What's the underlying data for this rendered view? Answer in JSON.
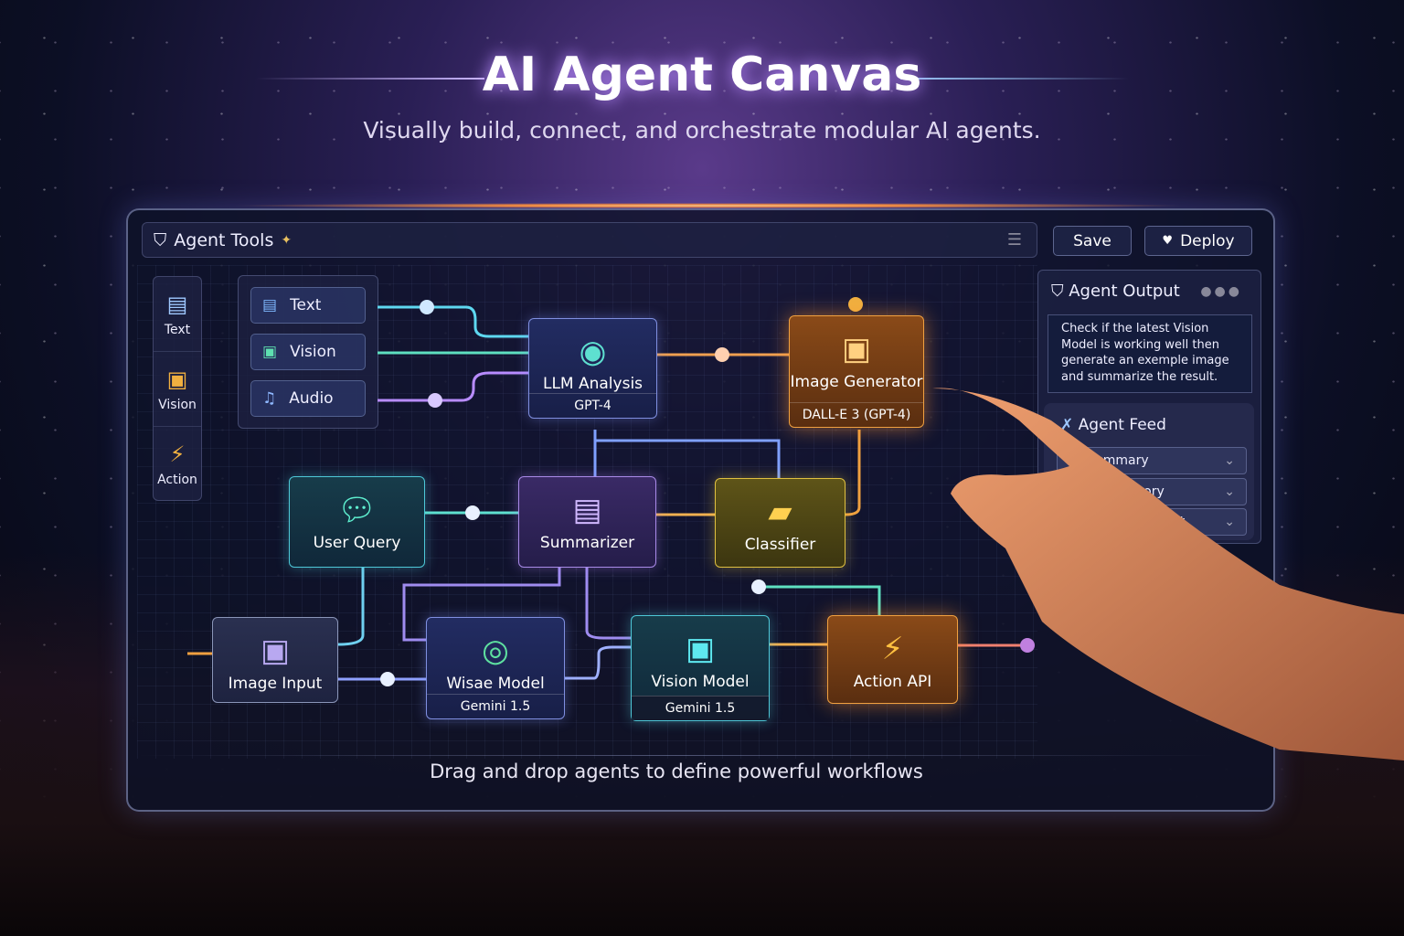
{
  "title": "AI Agent Canvas",
  "subtitle": "Visually build, connect, and orchestrate modular AI agents.",
  "header": {
    "label": "Agent Tools",
    "save": "Save",
    "deploy": "Deploy"
  },
  "toolbar": [
    {
      "label": "Text",
      "icon": "text-icon"
    },
    {
      "label": "Vision",
      "icon": "image-icon"
    },
    {
      "label": "Action",
      "icon": "lightning-icon"
    }
  ],
  "palette": [
    {
      "label": "Text",
      "icon": "list-icon"
    },
    {
      "label": "Vision",
      "icon": "image-icon"
    },
    {
      "label": "Audio",
      "icon": "music-note-icon"
    }
  ],
  "nodes": {
    "llm": {
      "label": "LLM Analysis",
      "sub": "GPT-4"
    },
    "imggen": {
      "label": "Image Generator",
      "sub": "DALL-E 3 (GPT-4)"
    },
    "userq": {
      "label": "User Query"
    },
    "summ": {
      "label": "Summarizer"
    },
    "classif": {
      "label": "Classifier"
    },
    "imgin": {
      "label": "Image Input"
    },
    "wisae": {
      "label": "Wisae Model",
      "sub": "Gemini 1.5"
    },
    "vision": {
      "label": "Vision Model",
      "sub": "Gemini 1.5"
    },
    "action": {
      "label": "Action API"
    }
  },
  "output": {
    "title": "Agent Output",
    "message": "Check if the latest Vision Model is working well then generate an exemple image and summarize the result.",
    "feed_title": "Agent Feed",
    "feed_items": [
      "Summary",
      "nsory",
      "llessult"
    ]
  },
  "caption": "Drag and drop agents to define powerful workflows",
  "colors": {
    "teal": "#4ec8d8",
    "purple": "#a98ae8",
    "orange": "#f0a040",
    "accent_glow": "#b98cff"
  }
}
